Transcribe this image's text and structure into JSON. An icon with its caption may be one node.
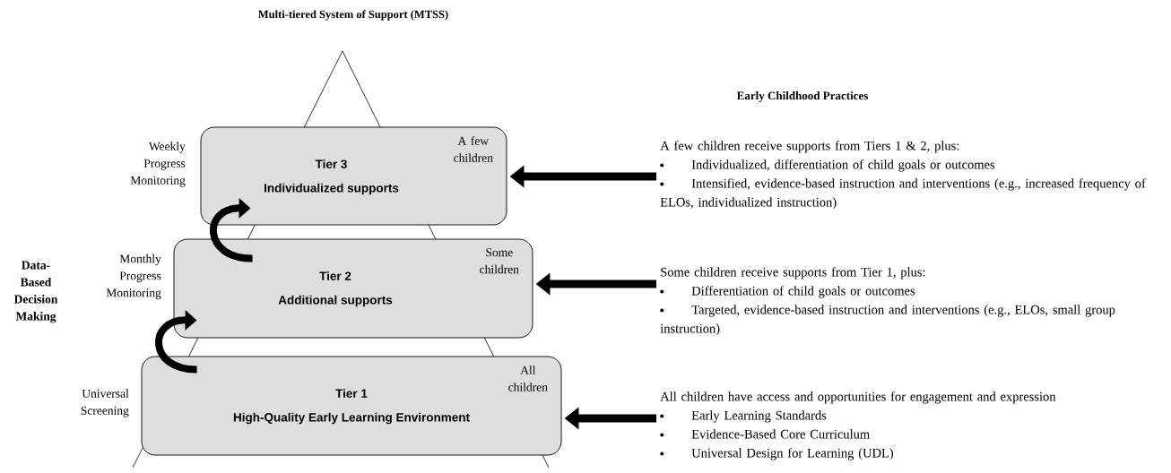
{
  "diagram": {
    "title": "Multi-tiered System of Support (MTSS)",
    "nodes": [
      {
        "text": [
          "Tier 3",
          "Individualized supports",
          "A few children"
        ],
        "beside": [
          "Weekly Progress Monitoring"
        ]
      },
      {
        "text": [
          "Tier 2",
          "Additional supports",
          "Some children"
        ],
        "beside": [
          "Monthly Progress Monitoring"
        ]
      },
      {
        "text": [
          "Tier 1",
          "High-Quality Early Learning Environment",
          "All children"
        ],
        "beside": [
          "Universal Screening"
        ]
      },
      {
        "text": [
          "A few children receive supports from Tiers 1 & 2, plus:",
          "Individualized, differentiation of child goals or outcomes",
          "Intensified, evidence-based instruction and interventions (e.g., increased frequency of ELOs, individualized instruction)"
        ]
      },
      {
        "text": [
          "Some children receive supports from Tier 1, plus:",
          "Differentiation of child goals or outcomes",
          "Targeted, evidence-based instruction and interventions (e.g., ELOs, small group instruction)"
        ]
      },
      {
        "text": [
          "All children have access and opportunities for engagement and expression",
          "Early Learning Standards",
          "Evidence-Based Core Curriculum",
          "Universal Design for Learning (UDL)"
        ]
      }
    ],
    "edges": [
      {
        "from": 2,
        "to": 1,
        "arrow": "to"
      },
      {
        "from": 1,
        "to": 0,
        "arrow": "to"
      },
      {
        "from": 3,
        "to": 0,
        "arrow": "to"
      },
      {
        "from": 4,
        "to": 1,
        "arrow": "to"
      },
      {
        "from": 5,
        "to": 2,
        "arrow": "to"
      }
    ],
    "labels": [
      "Early Childhood Practices",
      "Data-Based Decision Making"
    ]
  }
}
